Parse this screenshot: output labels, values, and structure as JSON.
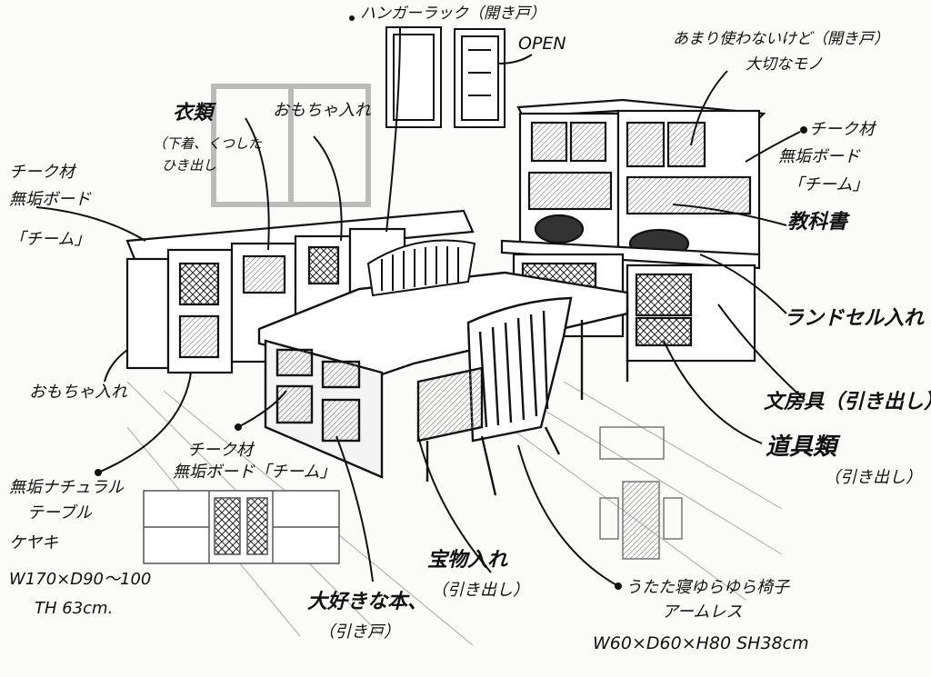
{
  "labels": {
    "hanger_rack": "ハンガーラック（開き戸）",
    "open": "OPEN",
    "rarely_used": "あまり使わないけど（開き戸）",
    "important": "大切なモノ",
    "teak_right_1": "チーク材",
    "teak_right_2": "無垢ボード",
    "teak_right_3": "「チーム」",
    "textbooks": "教科書",
    "clothes": "衣類",
    "underwear_1": "（下着、くつした",
    "underwear_2": "ひき出し",
    "toys_top": "おもちゃ入れ",
    "teak_left_1": "チーク材",
    "teak_left_2": "無垢ボード",
    "teak_left_3": "「チーム」",
    "randoseru": "ランドセル入れ",
    "stationery": "文房具（引き出し）",
    "tools": "道具類",
    "tools_sub": "（引き出し）",
    "toys_left": "おもちゃ入れ",
    "teak_desk": "チーク材",
    "teak_desk_2": "無垢ボード「チーム」",
    "table_1": "無垢ナチュラル",
    "table_2": "テーブル",
    "keyaki": "ケヤキ",
    "table_size_1": "W170×D90〜100",
    "table_size_2": "TH 63cm.",
    "treasure_1": "宝物入れ",
    "treasure_2": "（引き出し）",
    "favorite_books_1": "大好きな本、",
    "favorite_books_2": "（引き戸）",
    "chair_1": "うたた寝ゆらゆら椅子",
    "chair_2": "アームレス",
    "chair_size": "W60×D60×H80 SH38cm"
  }
}
